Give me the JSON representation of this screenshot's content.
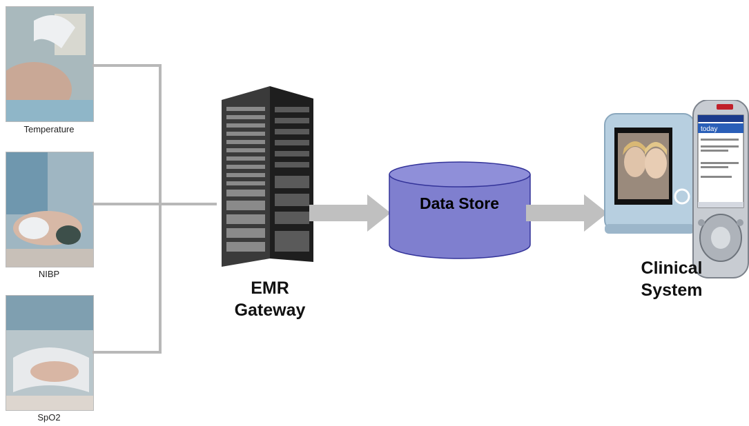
{
  "sources": [
    {
      "label": "Temperature",
      "icon": "temperature-photo"
    },
    {
      "label": "NIBP",
      "icon": "nibp-photo"
    },
    {
      "label": "SpO2",
      "icon": "spo2-photo"
    }
  ],
  "gateway": {
    "label_line1": "EMR",
    "label_line2": "Gateway",
    "icon": "server-rack-icon"
  },
  "data_store": {
    "label": "Data Store",
    "fill": "#7f7fcf",
    "icon": "database-cylinder-icon"
  },
  "clinical": {
    "label_line1": "Clinical",
    "label_line2": "System",
    "icon": "handheld-device-icon"
  },
  "colors": {
    "connector": "#b8b8b8",
    "arrow": "#c0c0c0"
  }
}
